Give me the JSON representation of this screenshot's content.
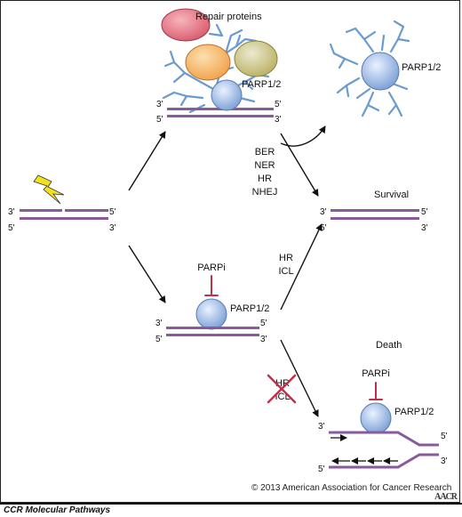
{
  "labels": {
    "repair_proteins": "Repair proteins",
    "parp_top": "PARP1/2",
    "parp_detached": "PARP1/2",
    "parp_mid": "PARP1/2",
    "parp_bottom": "PARP1/2",
    "parpi_mid": "PARPi",
    "parpi_bottom": "PARPi",
    "pathways_top": [
      "BER",
      "NER",
      "HR",
      "NHEJ"
    ],
    "pathways_mid": [
      "HR",
      "ICL"
    ],
    "pathways_crossed": [
      "HR",
      "ICL"
    ],
    "survival": "Survival",
    "death": "Death",
    "three_prime": "3'",
    "five_prime": "5'"
  },
  "icons": {
    "damage": "lightning-bolt",
    "inhibit": "t-bar",
    "blocked": "x-cross"
  },
  "colors": {
    "dna_strand": "#8a5a9c",
    "parp_fill": "#a9c4ea",
    "branch": "#6a9bd0",
    "protein_red": "#e07080",
    "protein_orange": "#f4b060",
    "protein_olive": "#c8c070",
    "inhibitor": "#c0304a",
    "lightning": "#f2e020"
  },
  "footer": {
    "copyright": "© 2013 American Association for Cancer Research",
    "title": "CCR Molecular Pathways",
    "logo": "AACR"
  }
}
